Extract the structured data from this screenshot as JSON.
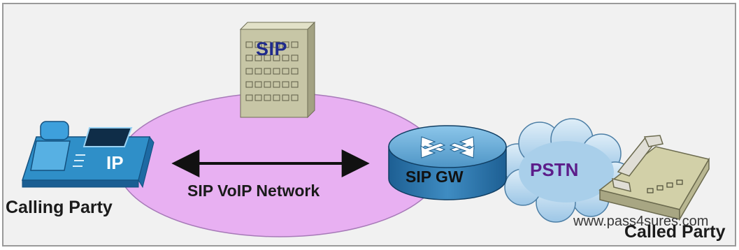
{
  "diagram": {
    "server": {
      "label": "SIP"
    },
    "calling_phone": {
      "label": "IP"
    },
    "calling_party_label": "Calling Party",
    "network_label": "SIP VoIP Network",
    "gateway": {
      "label": "SIP GW"
    },
    "cloud_label": "PSTN",
    "called_party_label": "Called Party",
    "watermark": "www.pass4sures.com"
  },
  "colors": {
    "ellipse_fill": "#e8b0f2",
    "panel_bg": "#f1f1f1",
    "panel_border": "#9a9a9a",
    "sip_label": "#1f2a8c",
    "pstn_label": "#5c1d8a",
    "ip_phone": "#2f8fc8",
    "gateway_top": "#5fa6d3",
    "building": "#c7c6a6"
  }
}
